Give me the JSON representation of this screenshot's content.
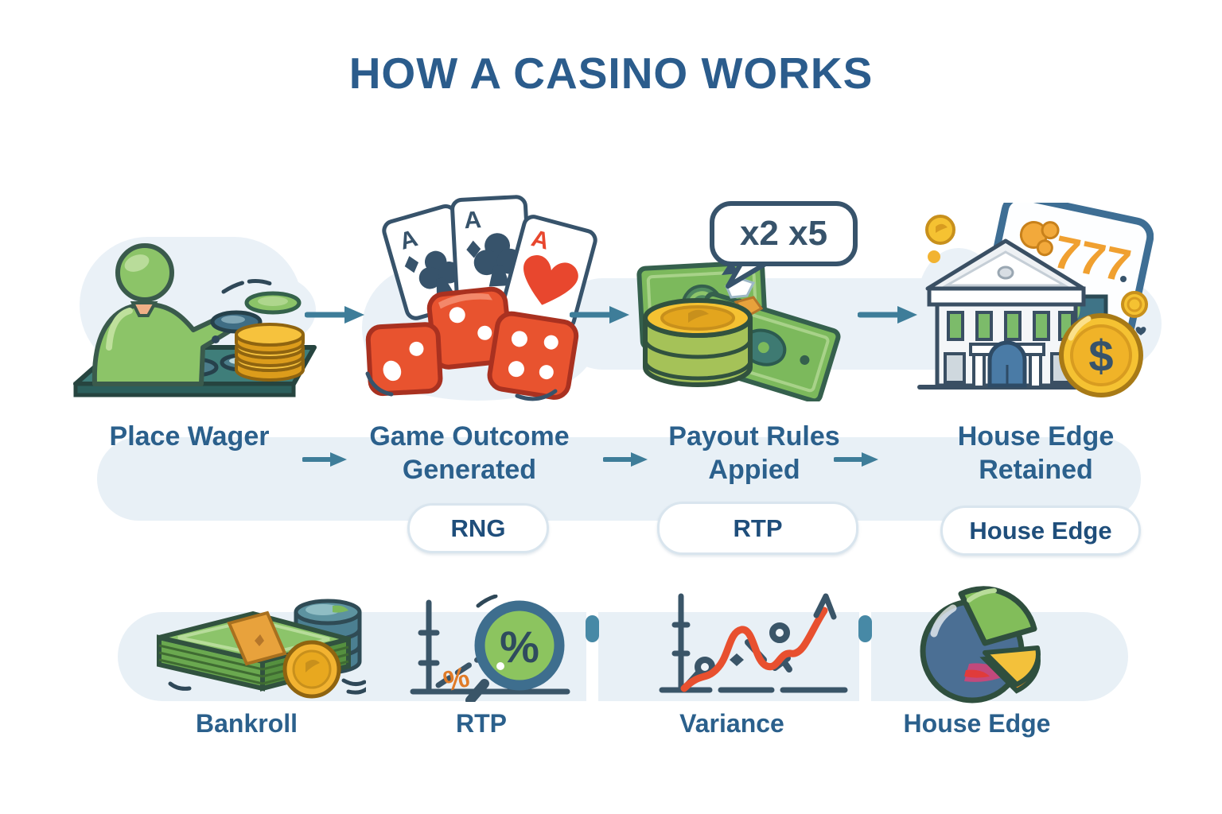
{
  "title": "HOW A CASINO WORKS",
  "flow": {
    "steps": [
      {
        "label": "Place Wager"
      },
      {
        "label": "Game Outcome Generated",
        "tag": "RNG"
      },
      {
        "label": "Payout Rules Appied",
        "tag": "RTP",
        "bubble": "x2 x5"
      },
      {
        "label": "House Edge Retained",
        "tag": "House Edge",
        "slot_text": "777"
      }
    ]
  },
  "glyphs": {
    "card_rank": "A",
    "dollar": "$",
    "percent_small": "%",
    "percent_large": "%"
  },
  "concepts": [
    {
      "label": "Bankroll"
    },
    {
      "label": "RTP"
    },
    {
      "label": "Variance"
    },
    {
      "label": "House Edge"
    }
  ],
  "colors": {
    "title_text": "#2b5c8c",
    "label_text": "#2b608c",
    "pill_text": "#1f4e7b",
    "arrow": "#3e7d99",
    "band": "#e8f0f6",
    "divider": "#4789a6",
    "accent_red": "#e8532f",
    "accent_green": "#8cc468",
    "accent_gold": "#f2b331",
    "accent_navy": "#37536b",
    "accent_teal": "#3f7487",
    "slot_orange": "#f0a030"
  }
}
